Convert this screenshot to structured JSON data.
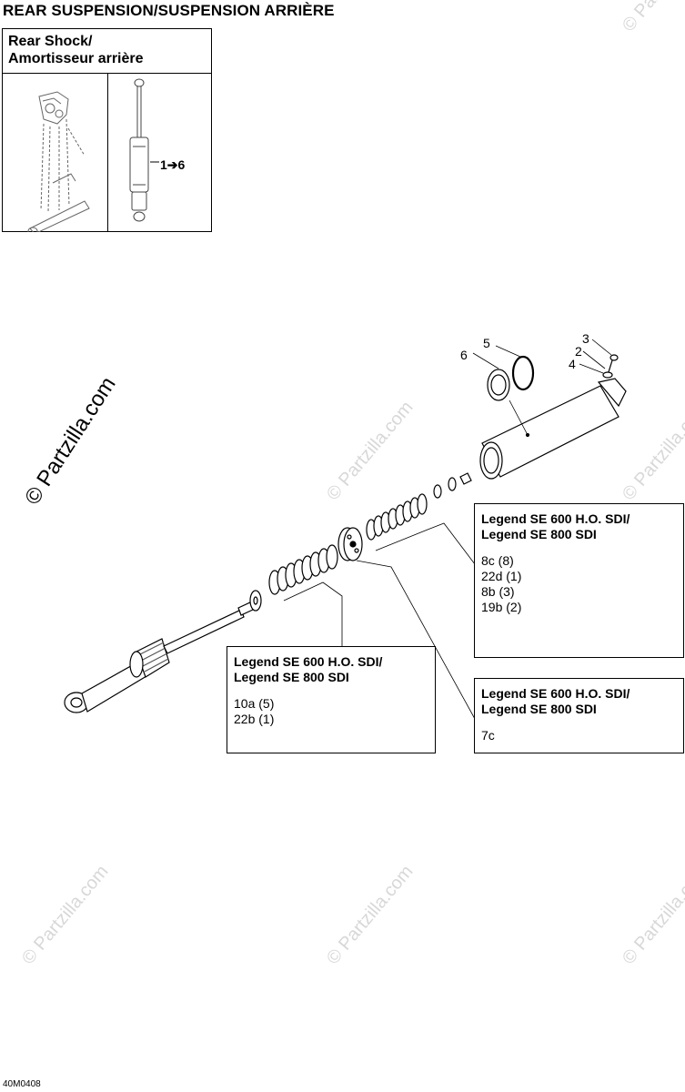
{
  "page_title": "REAR SUSPENSION/SUSPENSION ARRIÈRE",
  "thumbnail": {
    "title_line1": "Rear Shock/",
    "title_line2": "Amortisseur arrière",
    "ref": "1➔6"
  },
  "callouts": {
    "c3": "3",
    "c2": "2",
    "c4": "4",
    "c5": "5",
    "c6": "6"
  },
  "legends": {
    "top_right": {
      "title_line1": "Legend SE 600 H.O. SDI/",
      "title_line2": "Legend SE 800 SDI",
      "items": [
        "8c (8)",
        "22d (1)",
        "8b (3)",
        "19b (2)"
      ]
    },
    "bottom_left": {
      "title_line1": "Legend SE 600 H.O. SDI/",
      "title_line2": "Legend SE 800 SDI",
      "items": [
        "10a (5)",
        "22b (1)"
      ]
    },
    "bottom_right": {
      "title_line1": "Legend SE 600 H.O. SDI/",
      "title_line2": "Legend SE 800 SDI",
      "items": [
        "7c"
      ]
    }
  },
  "watermark": {
    "main": "© Partzilla.com",
    "faint": "© Partzilla.com"
  },
  "part_code": "40M0408"
}
